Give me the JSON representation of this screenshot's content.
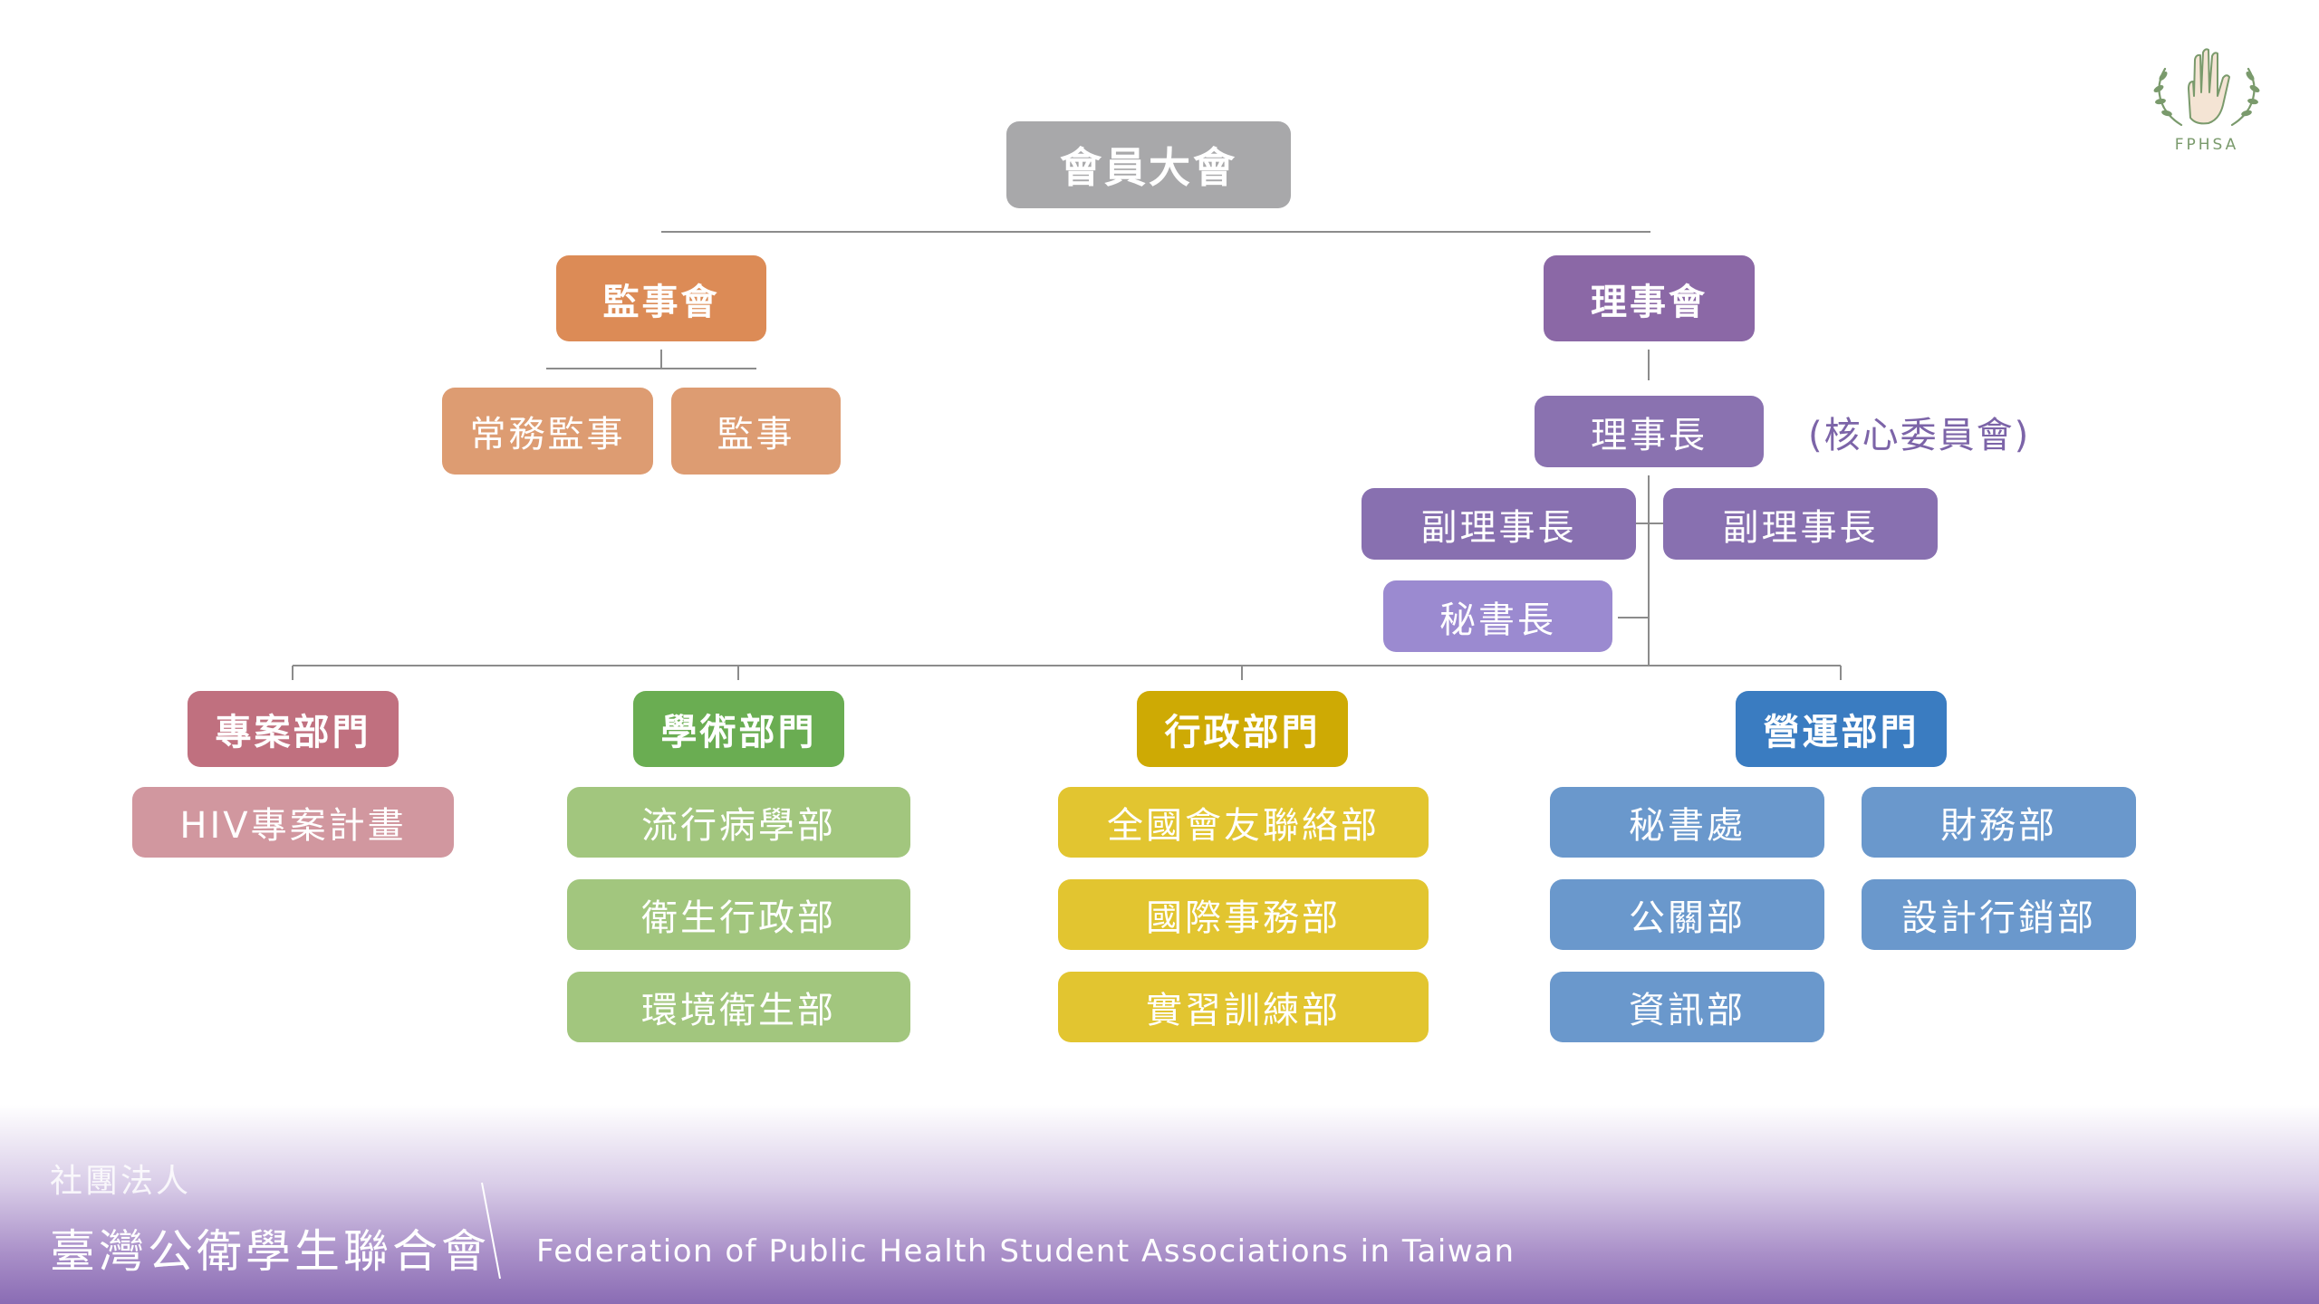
{
  "colors": {
    "top": "#a8a8aa",
    "supervisor_dark": "#dc8b56",
    "supervisor_light": "#dd9c72",
    "board": "#8b68a6",
    "chair": "#8a72b0",
    "vice": "#8870b0",
    "secretary_general": "#9b8ad0",
    "project_dark": "#c0707f",
    "project_light": "#d1979f",
    "academic_dark": "#6aad52",
    "academic_light": "#a2c67e",
    "admin_dark": "#ceaa04",
    "admin_light": "#e2c530",
    "ops_dark": "#3a7cc1",
    "ops_light": "#6a98cc",
    "line": "#8c8c8c",
    "note": "#7c64a8",
    "logo": "#7a9a6c"
  },
  "org": {
    "general_assembly": "會員大會",
    "supervisors": {
      "label": "監事會",
      "members": [
        "常務監事",
        "監事"
      ]
    },
    "board": {
      "label": "理事會",
      "chair": "理事長",
      "core_committee_note": "(核心委員會)",
      "vice_chairs": [
        "副理事長",
        "副理事長"
      ],
      "secretary_general": "秘書長"
    },
    "departments": [
      {
        "name": "專案部門",
        "units": [
          "HIV專案計畫"
        ]
      },
      {
        "name": "學術部門",
        "units": [
          "流行病學部",
          "衛生行政部",
          "環境衛生部"
        ]
      },
      {
        "name": "行政部門",
        "units": [
          "全國會友聯絡部",
          "國際事務部",
          "實習訓練部"
        ]
      },
      {
        "name": "營運部門",
        "units": [
          "秘書處",
          "公關部",
          "資訊部",
          "財務部",
          "設計行銷部"
        ]
      }
    ]
  },
  "logo": {
    "text": "FPHSA"
  },
  "footer": {
    "subtitle": "社團法人",
    "org_name_zh": "臺灣公衛學生聯合會",
    "org_name_en": "Federation of Public Health Student Associations in Taiwan"
  }
}
